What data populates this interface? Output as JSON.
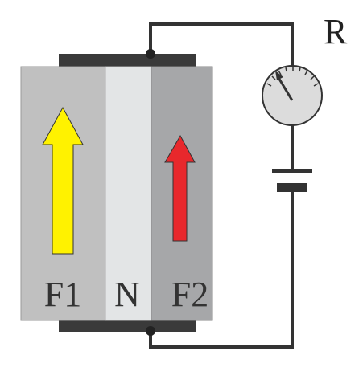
{
  "layers": [
    {
      "id": "F1",
      "label": "F1",
      "fill": "#c0c0c0",
      "arrow_color": "#fff200"
    },
    {
      "id": "N",
      "label": "N",
      "fill": "#e3e5e6"
    },
    {
      "id": "F2",
      "label": "F2",
      "fill": "#a6a7a9",
      "arrow_color": "#e8282c"
    }
  ],
  "meter": {
    "label": "R"
  },
  "colors": {
    "contact": "#3a3a3a",
    "wire": "#333333",
    "meter_face": "#dcdcdc",
    "needle": "#333333",
    "battery": "#333333"
  }
}
